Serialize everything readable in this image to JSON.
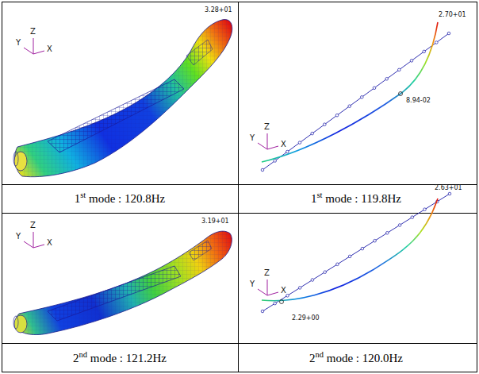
{
  "diagram": {
    "labels": [
      "Y",
      "Z",
      "X",
      "3.28+01",
      "Y",
      "Z",
      "X",
      "2.70+01",
      "8.94-02",
      "1st mode : 120.8Hz",
      "1st mode : 119.8Hz",
      "Y",
      "Z",
      "X",
      "3.19+01",
      "Y",
      "Z",
      "X",
      "2.63+01",
      "2.29+00",
      "2nd mode : 121.2Hz",
      "2nd mode : 120.0Hz"
    ]
  }
}
